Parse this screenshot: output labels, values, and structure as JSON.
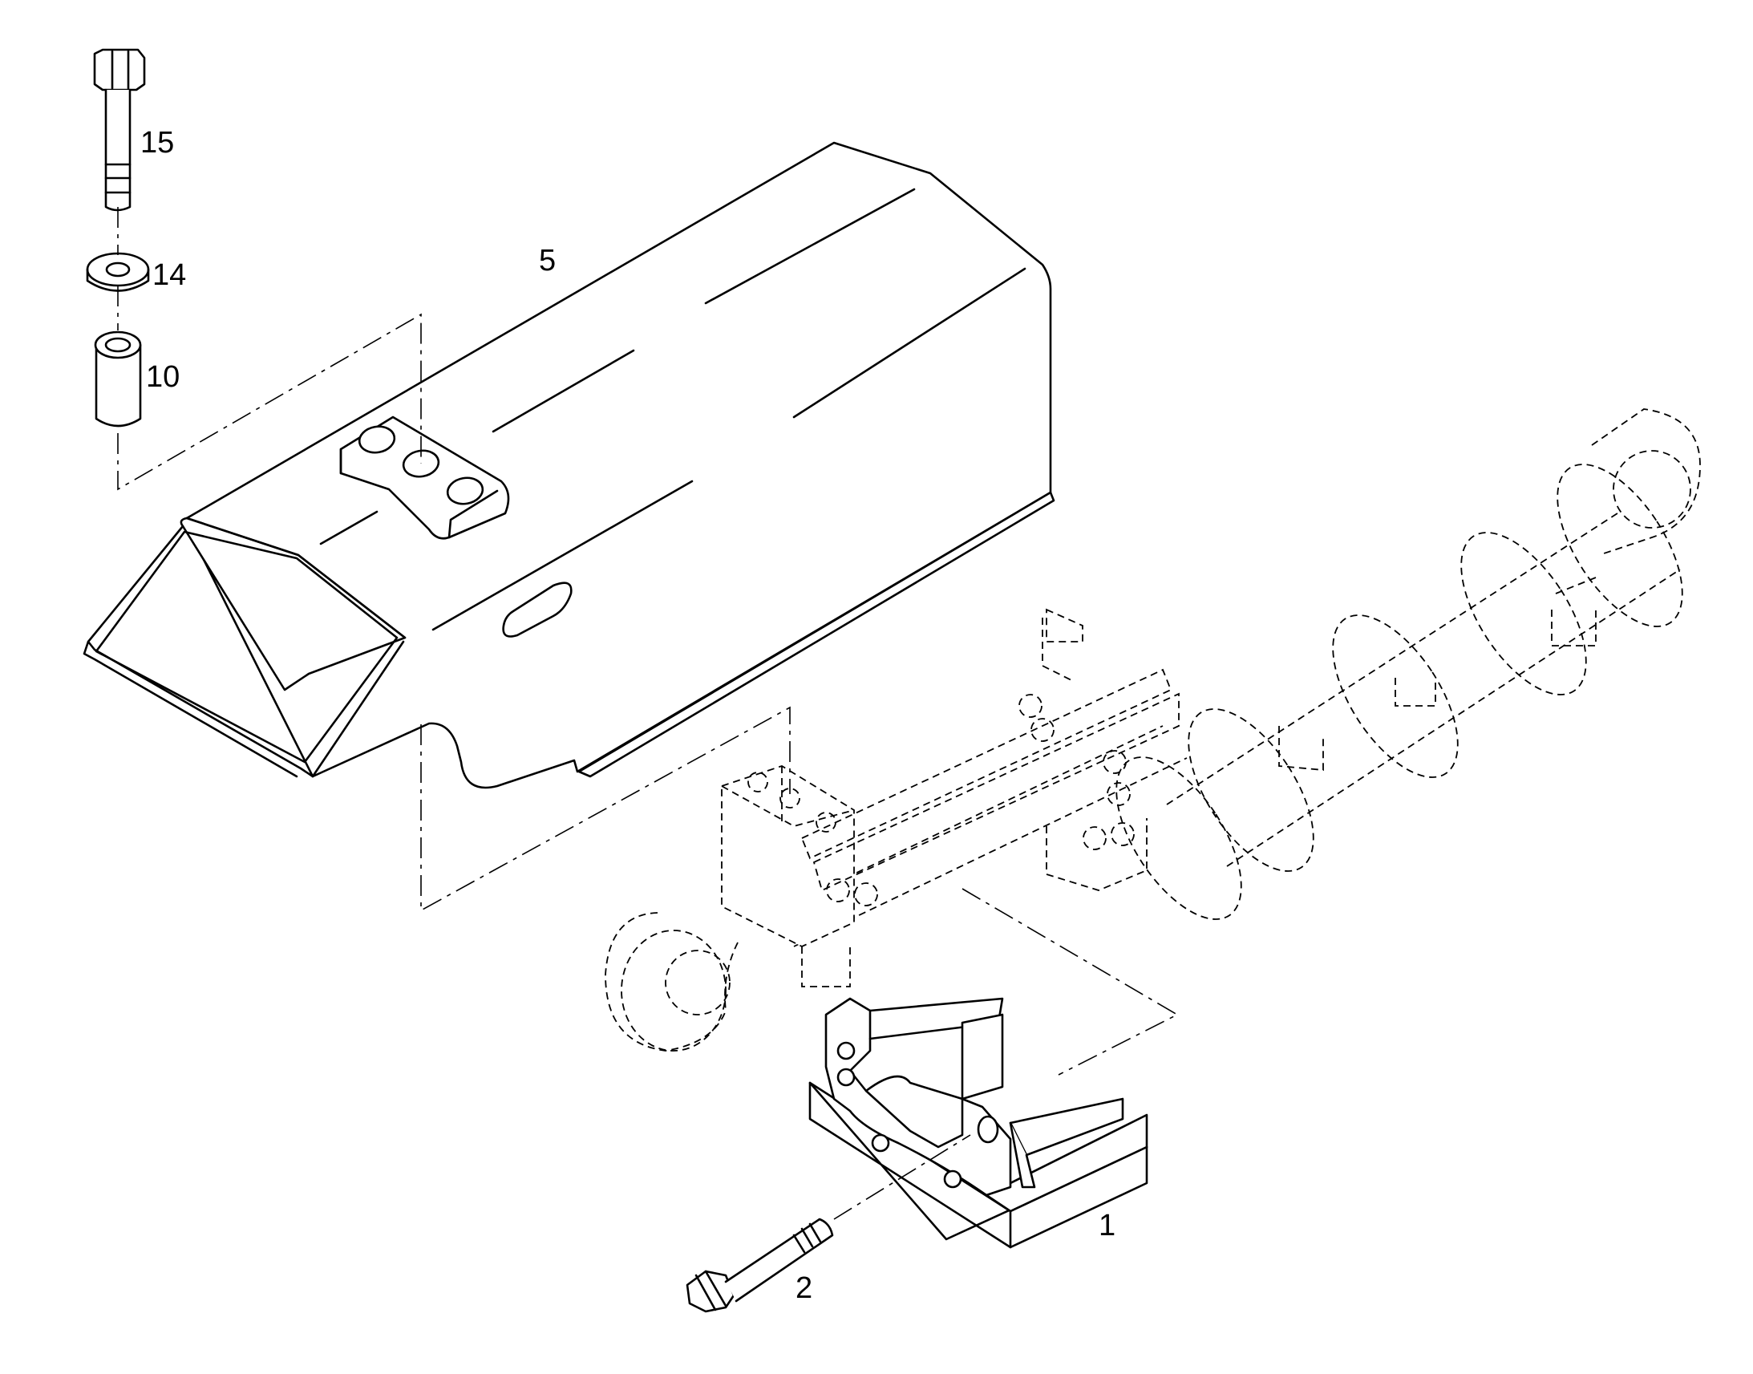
{
  "diagram": {
    "type": "exploded-parts-view",
    "line_color": "#000000",
    "background": "#ffffff",
    "callouts": [
      {
        "id": "c15",
        "label": "15"
      },
      {
        "id": "c14",
        "label": "14"
      },
      {
        "id": "c10",
        "label": "10"
      },
      {
        "id": "c5",
        "label": "5"
      },
      {
        "id": "c1",
        "label": "1"
      },
      {
        "id": "c2",
        "label": "2"
      }
    ]
  }
}
